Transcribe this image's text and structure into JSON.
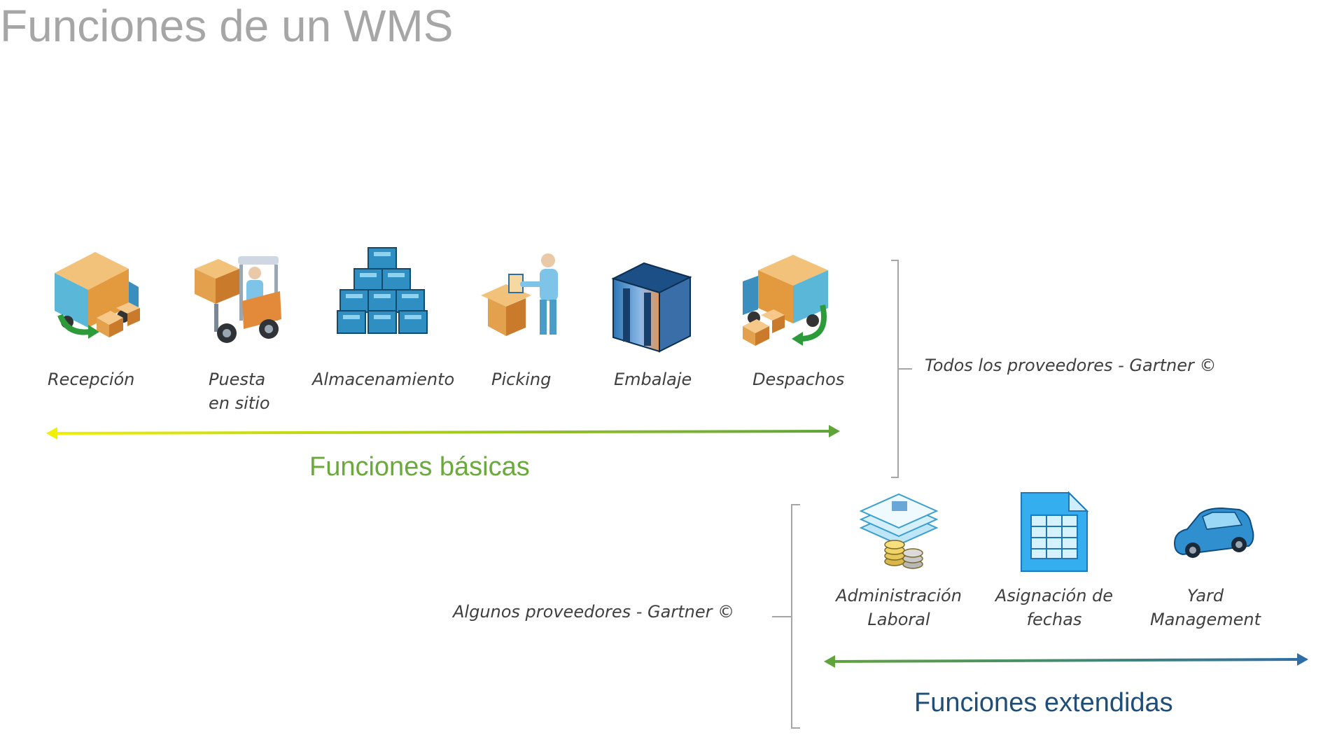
{
  "title": "Funciones de un WMS",
  "basic": {
    "items": [
      {
        "label": "Recepción",
        "icon": "truck-receiving-icon"
      },
      {
        "label": "Puesta\nen sitio",
        "icon": "forklift-icon"
      },
      {
        "label": "Almacenamiento",
        "icon": "stacked-boxes-icon"
      },
      {
        "label": "Picking",
        "icon": "person-picking-icon"
      },
      {
        "label": "Embalaje",
        "icon": "package-icon"
      },
      {
        "label": "Despachos",
        "icon": "truck-dispatch-icon"
      }
    ],
    "section_label": "Funciones básicas",
    "note": "Todos los proveedores - Gartner ©",
    "arrow_colors": [
      "#f0f000",
      "#5fa43a"
    ],
    "label_color": "#6aaa3a"
  },
  "extended": {
    "items": [
      {
        "label": "Administración\nLaboral",
        "icon": "documents-coins-icon"
      },
      {
        "label": "Asignación de\nfechas",
        "icon": "spreadsheet-document-icon"
      },
      {
        "label": "Yard\nManagement",
        "icon": "car-icon"
      }
    ],
    "section_label": "Funciones extendidas",
    "note": "Algunos proveedores - Gartner ©",
    "arrow_colors": [
      "#5fa43a",
      "#2e6ea6"
    ],
    "label_color": "#1f4e79"
  }
}
